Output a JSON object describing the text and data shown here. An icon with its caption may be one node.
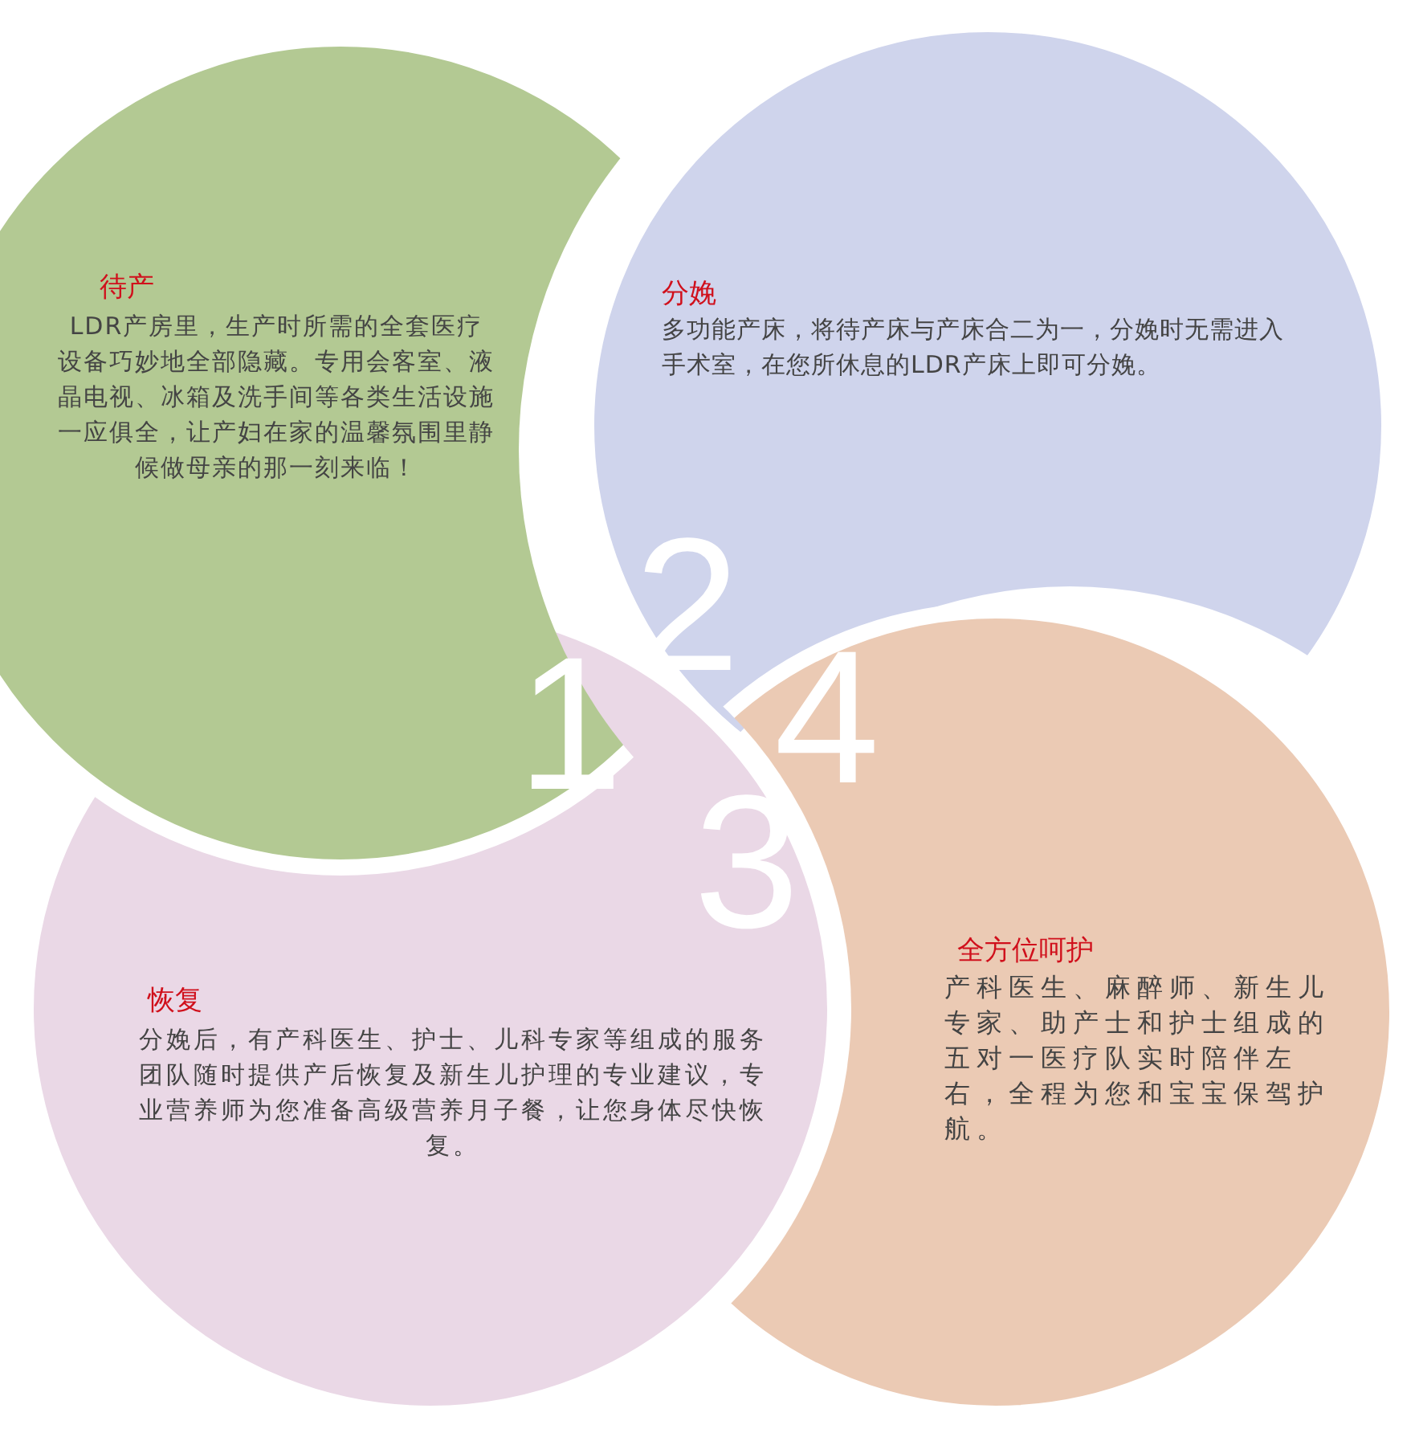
{
  "diagram": {
    "nodes": [
      {
        "text": [
          "待产",
          "LDR产房里，生产时所需的全套医疗设备巧妙地全部隐藏。专用会客室、液晶电视、冰箱及洗手间等各类生活设施一应俱全，让产妇在家的温馨氛围里静候做母亲的那一刻来临！"
        ]
      },
      {
        "text": [
          "分娩",
          "多功能产床，将待产床与产床合二为一，分娩时无需进入手术室，在您所休息的LDR产床上即可分娩。"
        ]
      },
      {
        "text": [
          "恢复",
          "分娩后，有产科医生、护士、儿科专家等组成的服务团队随时提供产后恢复及新生儿护理的专业建议，专业营养师为您准备高级营养月子餐，让您身体尽快恢复。"
        ]
      },
      {
        "text": [
          "全方位呵护",
          "产科医生、麻醉师、新生儿专家、助产士和护士组成的五对一医疗队实时陪伴左右，全程为您和宝宝保驾护航。"
        ]
      }
    ],
    "labels": [
      "2",
      "1",
      "4",
      "3"
    ]
  }
}
